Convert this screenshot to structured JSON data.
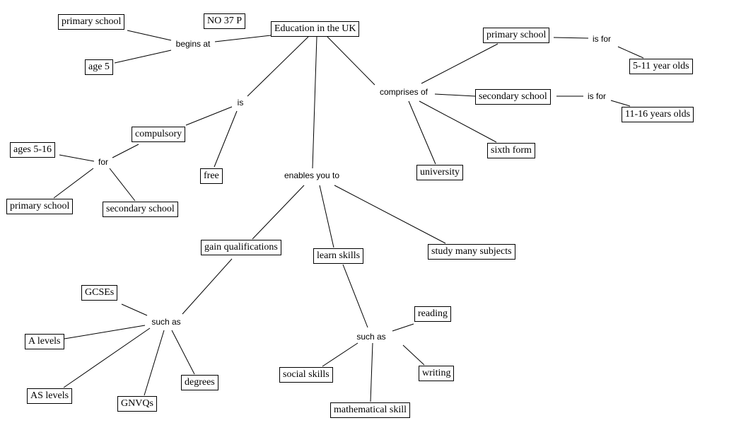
{
  "nodes": {
    "title": "Education in the UK",
    "tag": "NO 37 P",
    "primary_top": "primary school",
    "age5": "age 5",
    "compulsory": "compulsory",
    "ages516": "ages 5-16",
    "free": "free",
    "primary_left": "primary school",
    "secondary_left": "secondary school",
    "primary_right": "primary school",
    "age511": "5-11 year olds",
    "secondary_right": "secondary school",
    "age1116": "11-16 years olds",
    "sixth": "sixth form",
    "university": "university",
    "gain": "gain qualifications",
    "learn": "learn skills",
    "study": "study many subjects",
    "gcses": "GCSEs",
    "alevels": "A levels",
    "aslevels": "AS levels",
    "gnvqs": "GNVQs",
    "degrees": "degrees",
    "reading": "reading",
    "social": "social skills",
    "writing": "writing",
    "math": "mathematical skill"
  },
  "links": {
    "begins_at": "begins at",
    "is": "is",
    "for": "for",
    "enables": "enables you to",
    "comprises": "comprises of",
    "is_for_1": "is for",
    "is_for_2": "is for",
    "such_as_1": "such as",
    "such_as_2": "such as"
  }
}
